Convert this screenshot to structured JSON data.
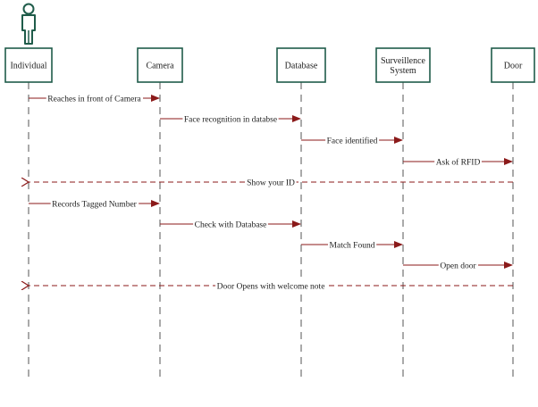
{
  "colors": {
    "box_border": "#1f5c4a",
    "lifeline": "#555555",
    "message": "#8b1a1a",
    "actor": "#1f5c4a"
  },
  "actor_icon": "person-icon",
  "participants": [
    {
      "id": "individual",
      "lines": [
        "Individual"
      ]
    },
    {
      "id": "camera",
      "lines": [
        "Camera"
      ]
    },
    {
      "id": "database",
      "lines": [
        "Database"
      ]
    },
    {
      "id": "surveillence-system",
      "lines": [
        "Surveillence",
        "System"
      ]
    },
    {
      "id": "door",
      "lines": [
        "Door"
      ]
    }
  ],
  "messages": [
    {
      "from": 0,
      "to": 1,
      "label": "Reaches in front of Camera",
      "type": "sync"
    },
    {
      "from": 1,
      "to": 2,
      "label": "Face recognition in databse",
      "type": "sync"
    },
    {
      "from": 2,
      "to": 3,
      "label": "Face identified",
      "type": "sync"
    },
    {
      "from": 3,
      "to": 4,
      "label": "Ask of RFID",
      "type": "sync"
    },
    {
      "from": 4,
      "to": 0,
      "label": "Show your ID",
      "type": "return"
    },
    {
      "from": 0,
      "to": 1,
      "label": "Records Tagged Number",
      "type": "sync"
    },
    {
      "from": 1,
      "to": 2,
      "label": "Check with Database",
      "type": "sync"
    },
    {
      "from": 2,
      "to": 3,
      "label": "Match Found",
      "type": "sync"
    },
    {
      "from": 3,
      "to": 4,
      "label": "Open door",
      "type": "sync"
    },
    {
      "from": 4,
      "to": 0,
      "label": "Door Opens with welcome note",
      "type": "return"
    }
  ]
}
